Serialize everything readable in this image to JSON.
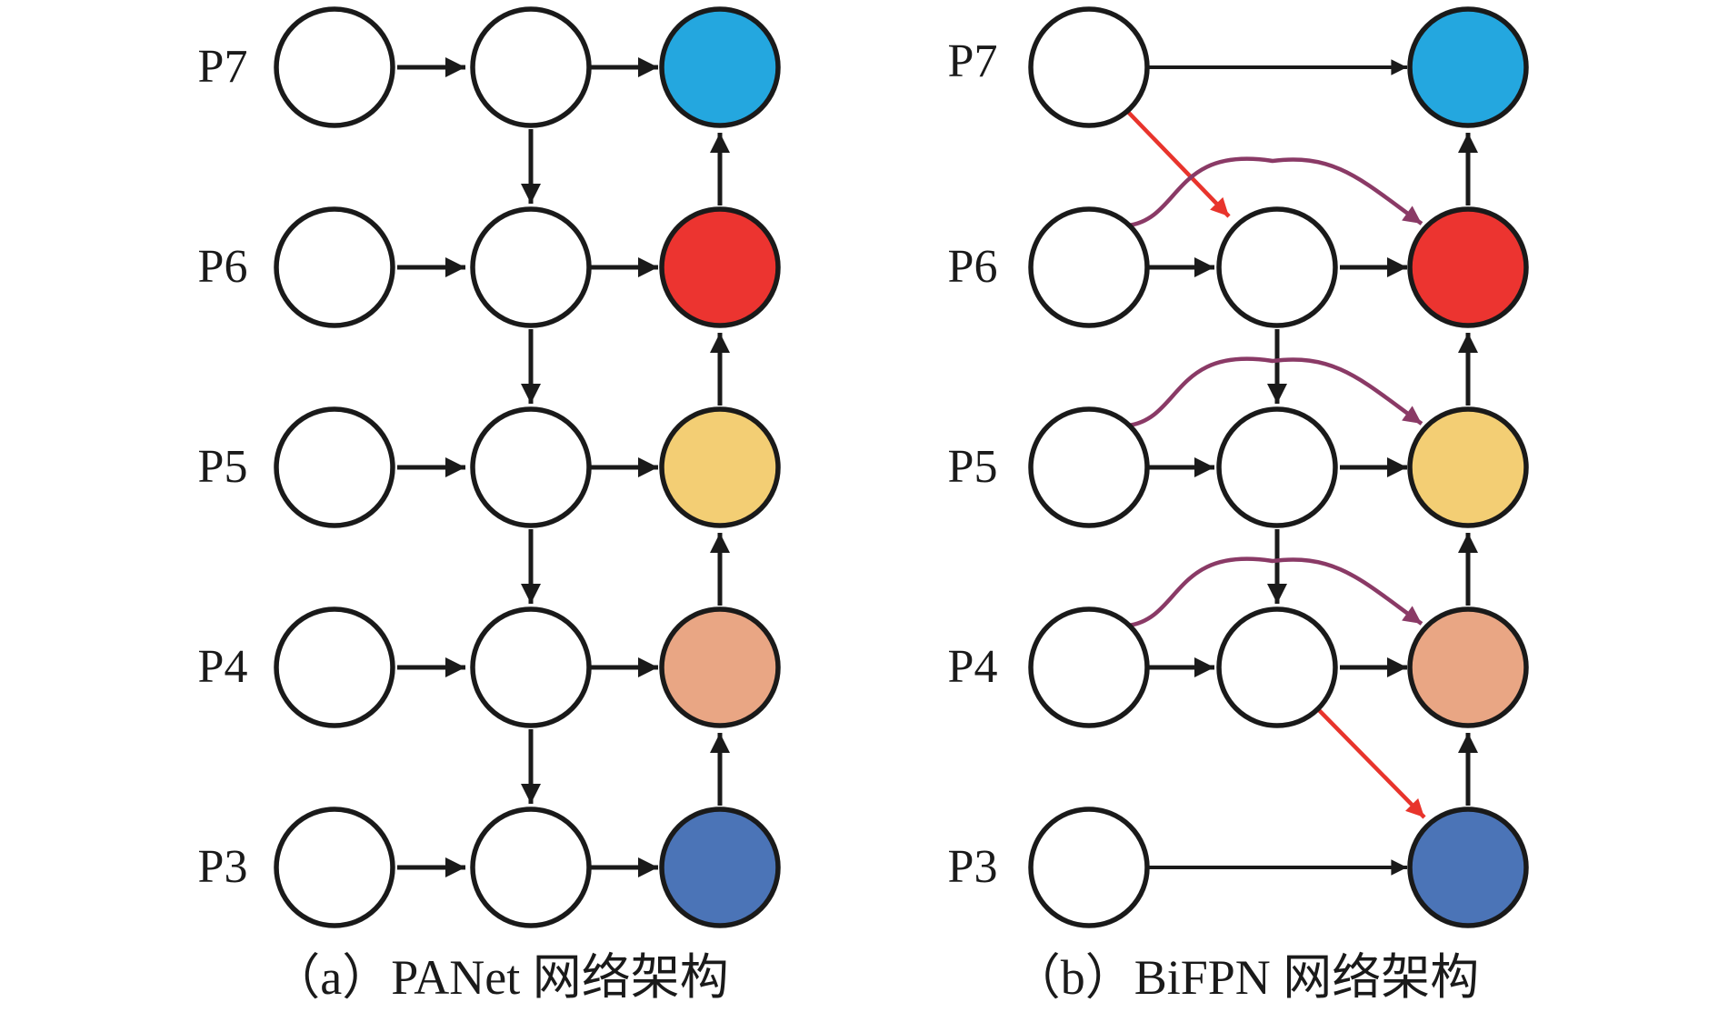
{
  "colors": {
    "stroke": "#1a1a1a",
    "cross_scale_arrow": "#e8342c",
    "skip_arrow": "#8a3a66",
    "P7": "#24a7df",
    "P6": "#ec3430",
    "P5": "#f3ce74",
    "P4": "#e9a684",
    "P3": "#4b74b7",
    "blank": "#ffffff"
  },
  "diagrams": [
    {
      "id": "panet",
      "caption": "（a）PANet 网络架构",
      "levels": [
        "P7",
        "P6",
        "P5",
        "P4",
        "P3"
      ],
      "columns": 3,
      "top_down_column": 1,
      "bottom_up_column": 2
    },
    {
      "id": "bifpn",
      "caption": "（b）BiFPN 网络架构",
      "levels": [
        "P7",
        "P6",
        "P5",
        "P4",
        "P3"
      ],
      "columns": 3,
      "middle_column_levels": [
        "P6",
        "P5",
        "P4"
      ],
      "skip_connection_levels": [
        "P6",
        "P5",
        "P4"
      ]
    }
  ]
}
